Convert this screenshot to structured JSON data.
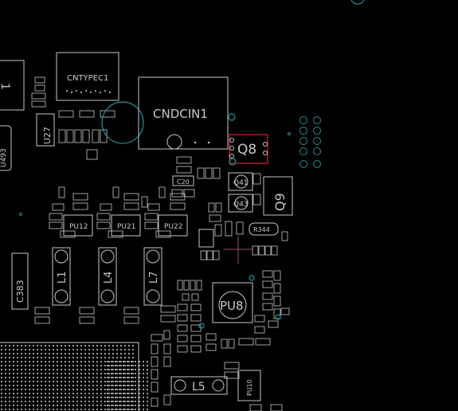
{
  "labels": {
    "cntypec1": "CNTYPEC1",
    "cndcin1": "CNDCIN1",
    "q8": "Q8",
    "q9": "Q9",
    "q41": "Q41",
    "q43": "Q43",
    "u27": "U27",
    "u493": "U493",
    "j1": "1",
    "pu12": "PU12",
    "pu21": "PU21",
    "pu22": "PU22",
    "r344": "R344",
    "pu8": "PU8",
    "pu10": "PU10",
    "l1": "L1",
    "l4": "L4",
    "l7": "L7",
    "l5": "L5",
    "c383": "C383",
    "c20": "C20"
  },
  "colors": {
    "background": "#000000",
    "silkscreen": "#c8c8c8",
    "via": "#1e9a9a",
    "highlight": "#e0202a"
  },
  "highlighted_component": "Q8"
}
